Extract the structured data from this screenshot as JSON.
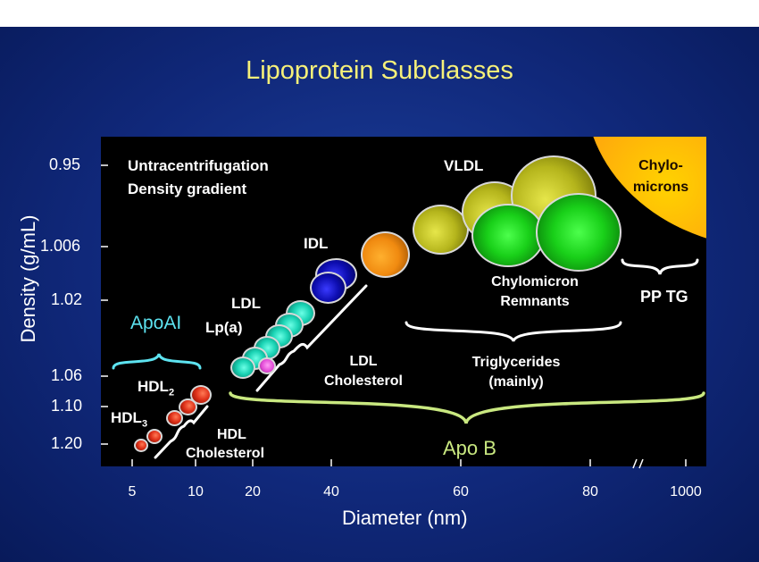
{
  "title": "Lipoprotein Subclasses",
  "axes": {
    "y_label": "Density (g/mL)",
    "x_label": "Diameter (nm)",
    "y_ticks": [
      "0.95",
      "1.006",
      "1.02",
      "1.06",
      "1.10",
      "1.20"
    ],
    "x_ticks": [
      "5",
      "10",
      "20",
      "40",
      "60",
      "80",
      "1000"
    ]
  },
  "labels": {
    "method_line1": "Untracentrifugation",
    "method_line2": "Density gradient",
    "chylo_line1": "Chylo-",
    "chylo_line2": "microns",
    "vldl": "VLDL",
    "idl": "IDL",
    "ldl": "LDL",
    "lpa": "Lp(a)",
    "apoai": "ApoAI",
    "hdl2_main": "HDL",
    "hdl2_sub": "2",
    "hdl3_main": "HDL",
    "hdl3_sub": "3",
    "hdl_chol_line1": "HDL",
    "hdl_chol_line2": "Cholesterol",
    "ldl_chol_line1": "LDL",
    "ldl_chol_line2": "Cholesterol",
    "remnant_line1": "Chylomicron",
    "remnant_line2": "Remnants",
    "tg_line1": "Triglycerides",
    "tg_line2": "(mainly)",
    "pptg": "PP TG",
    "apob": "Apo B"
  },
  "colors": {
    "title": "#f6f079",
    "apoai": "#5de3f0",
    "apob": "#c9e880",
    "chylomicrons": "#ff7a1a",
    "hdl": "#e0321a",
    "ldl": "#1ad3b4",
    "lpa": "#e24ad6",
    "idl": "#0d0db0",
    "vldl": "#b5b51c",
    "remnants": "#19d019"
  }
}
